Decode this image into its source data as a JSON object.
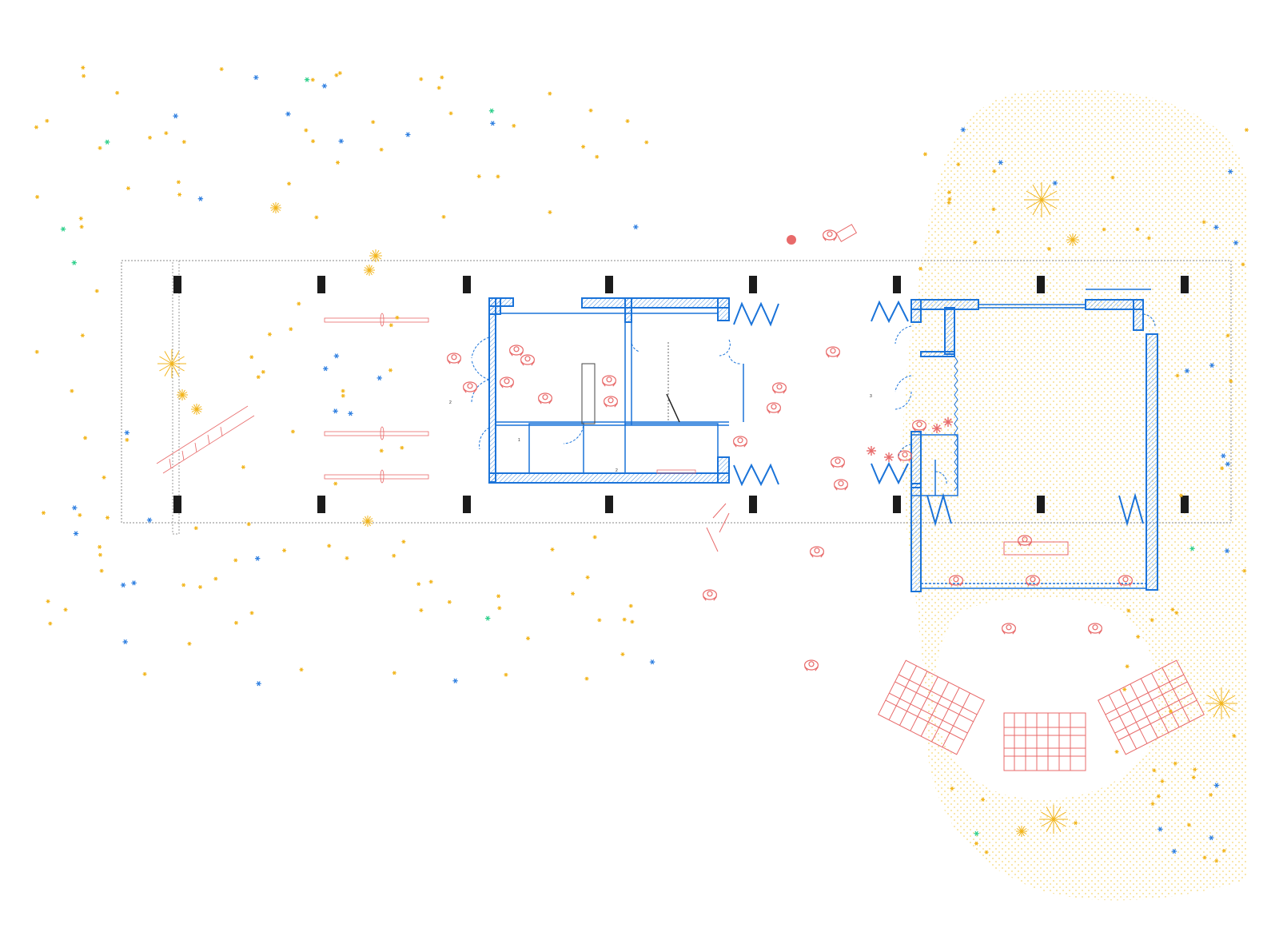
{
  "colors": {
    "wall": "#1a73d9",
    "wall_fill": "#cfe1f6",
    "column": "#1b1b1b",
    "outline": "#8a8a8a",
    "furniture": "#e86a6a",
    "flower_yellow": "#f2b51d",
    "flower_blue": "#2b7de0",
    "flower_green": "#2ccf8a",
    "meadow_dots": "#f6d66b"
  },
  "room_labels": [
    {
      "id": "label-a",
      "text": "2"
    },
    {
      "id": "label-b",
      "text": "1"
    },
    {
      "id": "label-c",
      "text": "2"
    },
    {
      "id": "label-d",
      "text": "3"
    }
  ]
}
